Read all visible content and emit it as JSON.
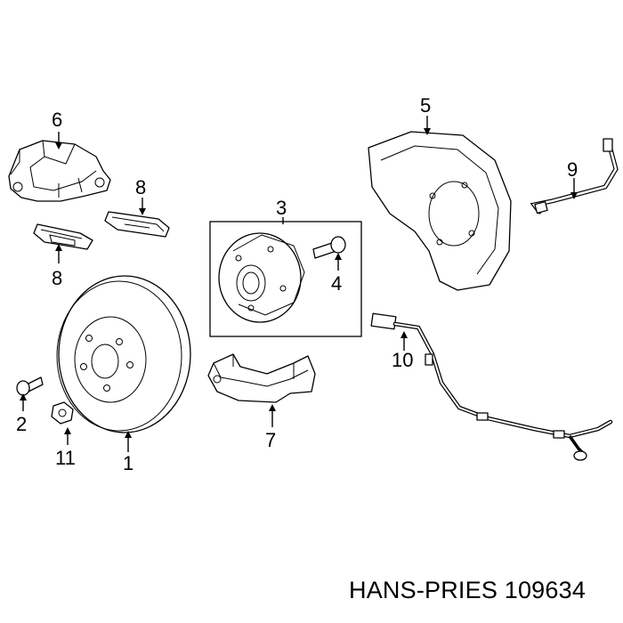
{
  "footer": {
    "brand": "HANS-PRIES",
    "part_number": "109634"
  },
  "callouts": {
    "c1": "1",
    "c2": "2",
    "c3": "3",
    "c4": "4",
    "c5": "5",
    "c6": "6",
    "c7": "7",
    "c8a": "8",
    "c8b": "8",
    "c9": "9",
    "c10": "10",
    "c11": "11"
  }
}
